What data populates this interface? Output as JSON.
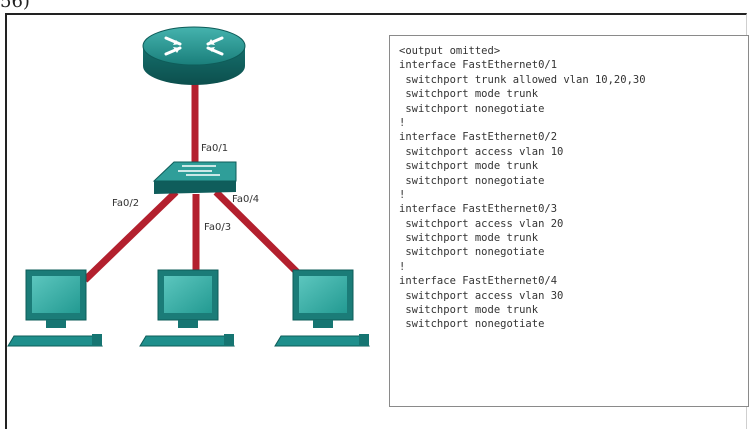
{
  "corner_fragment": "56)",
  "topology": {
    "ports": {
      "fa01": "Fa0/1",
      "fa02": "Fa0/2",
      "fa03": "Fa0/3",
      "fa04": "Fa0/4"
    },
    "colors": {
      "link": "#b3202e",
      "device_teal": "#1f8f8c",
      "device_dark": "#0f5d5b",
      "monitor_screen": "#37b0a8"
    }
  },
  "config": {
    "lines": [
      "<output omitted>",
      "interface FastEthernet0/1",
      " switchport trunk allowed vlan 10,20,30",
      " switchport mode trunk",
      " switchport nonegotiate",
      "!",
      "interface FastEthernet0/2",
      " switchport access vlan 10",
      " switchport mode trunk",
      " switchport nonegotiate",
      "!",
      "interface FastEthernet0/3",
      " switchport access vlan 20",
      " switchport mode trunk",
      " switchport nonegotiate",
      "!",
      "interface FastEthernet0/4",
      " switchport access vlan 30",
      " switchport mode trunk",
      " switchport nonegotiate"
    ]
  }
}
